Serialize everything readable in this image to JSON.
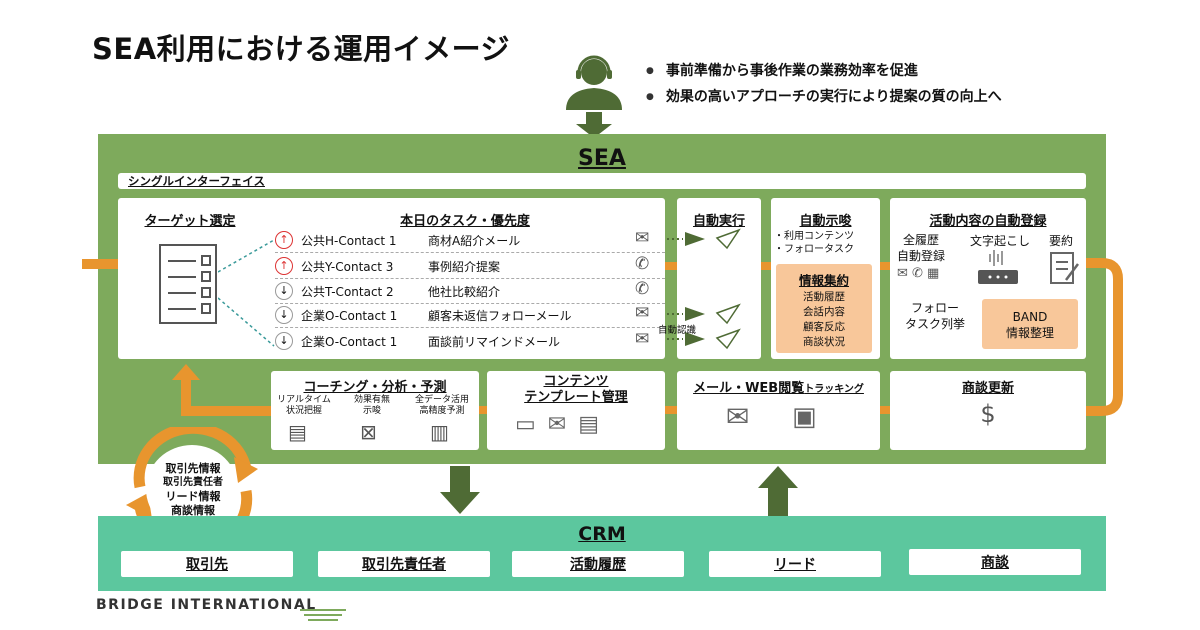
{
  "header": {
    "title": "SEA利用における運用イメージ",
    "bullets": [
      "事前準備から事後作業の業務効率を促進",
      "効果の高いアプローチの実行により提案の質の向上へ"
    ]
  },
  "sea": {
    "label": "SEA",
    "single_interface": "シングルインターフェイス",
    "target_selection": "ターゲット選定",
    "tasks": {
      "title": "本日のタスク・優先度",
      "rows": [
        {
          "dir": "↑",
          "contact": "公共H-Contact 1",
          "task": "商材A紹介メール",
          "icon": "mail-icon"
        },
        {
          "dir": "↑",
          "contact": "公共Y-Contact 3",
          "task": "事例紹介提案",
          "icon": "phone-icon"
        },
        {
          "dir": "↓",
          "contact": "公共T-Contact 2",
          "task": "他社比較紹介",
          "icon": "phone-icon"
        },
        {
          "dir": "↓",
          "contact": "企業O-Contact 1",
          "task": "顧客未返信フォローメール",
          "icon": "mail-icon"
        },
        {
          "dir": "↓",
          "contact": "企業O-Contact 1",
          "task": "面談前リマインドメール",
          "icon": "mail-icon"
        }
      ],
      "auto_recognition": "自動認識"
    },
    "auto_exec": {
      "title": "自動実行"
    },
    "auto_suggest": {
      "title": "自動示唆",
      "items": [
        "・利用コンテンツ",
        "・フォロータスク"
      ],
      "info_title": "情報集約",
      "info_items": [
        "活動履歴",
        "会話内容",
        "顧客反応",
        "商談状況"
      ]
    },
    "auto_register": {
      "title": "活動内容の自動登録",
      "history": "全履歴\n自動登録",
      "transcribe": "文字起こし",
      "summary": "要約",
      "follow": "フォロー\nタスク列挙",
      "band": "BAND\n情報整理"
    },
    "coaching": {
      "title": "コーチング・分析・予測",
      "items": [
        "リアルタイム\n状況把握",
        "効果有無\n示唆",
        "全データ活用\n高精度予測"
      ]
    },
    "content": {
      "title": "コンテンツ\nテンプレート管理"
    },
    "tracking": {
      "title": "メール・WEB閲覧",
      "suffix": "トラッキング"
    },
    "deal_update": {
      "title": "商談更新",
      "symbol": "$"
    }
  },
  "cycle": [
    "取引先情報",
    "取引先責任者",
    "リード情報",
    "商談情報"
  ],
  "crm": {
    "label": "CRM",
    "boxes": [
      "取引先",
      "取引先責任者",
      "活動履歴",
      "リード",
      "商談"
    ]
  },
  "logo": "BRIDGE INTERNATIONAL",
  "colors": {
    "sea_green": "#7eaa5c",
    "crm_green": "#5cc79e",
    "orange": "#e8952e",
    "peach": "#f8c79a",
    "dark_green": "#4f6b35"
  }
}
